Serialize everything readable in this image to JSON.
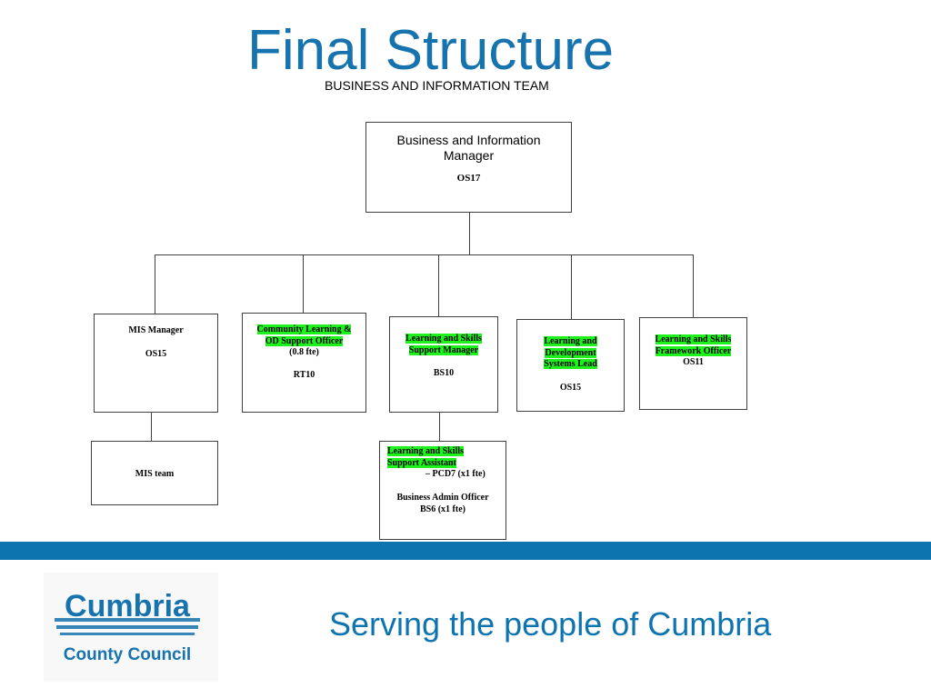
{
  "header": {
    "title": "Final Structure",
    "subtitle": "BUSINESS AND INFORMATION TEAM"
  },
  "org_chart": {
    "root": {
      "title": "Business and Information Manager",
      "grade": "OS17"
    },
    "mis_manager": {
      "title": "MIS Manager",
      "grade": "OS15"
    },
    "community_learning": {
      "title": "Community Learning & OD Support Officer",
      "fte": "(0.8 fte)",
      "grade": "RT10"
    },
    "ls_support_manager": {
      "title": "Learning and Skills Support Manager",
      "grade": "BS10"
    },
    "ld_systems_lead": {
      "title": "Learning and Development Systems Lead",
      "grade": "OS15"
    },
    "ls_framework_officer": {
      "title": "Learning and Skills Framework Officer",
      "grade": "OS11"
    },
    "mis_team": {
      "title": "MIS team"
    },
    "ls_support_assistant": {
      "title": "Learning and Skills Support Assistant",
      "grade_fte": "– PCD7 (x1 fte)",
      "admin_title": "Business Admin Officer",
      "admin_grade": "BS6 (x1 fte)"
    },
    "line_color": "#404040",
    "highlight_color": "#1df21d"
  },
  "footer": {
    "band_color": "#0e74b0",
    "tagline": "Serving the people of Cumbria",
    "logo": {
      "name": "Cumbria",
      "subtitle": "County Council",
      "color": "#1673ae"
    }
  }
}
